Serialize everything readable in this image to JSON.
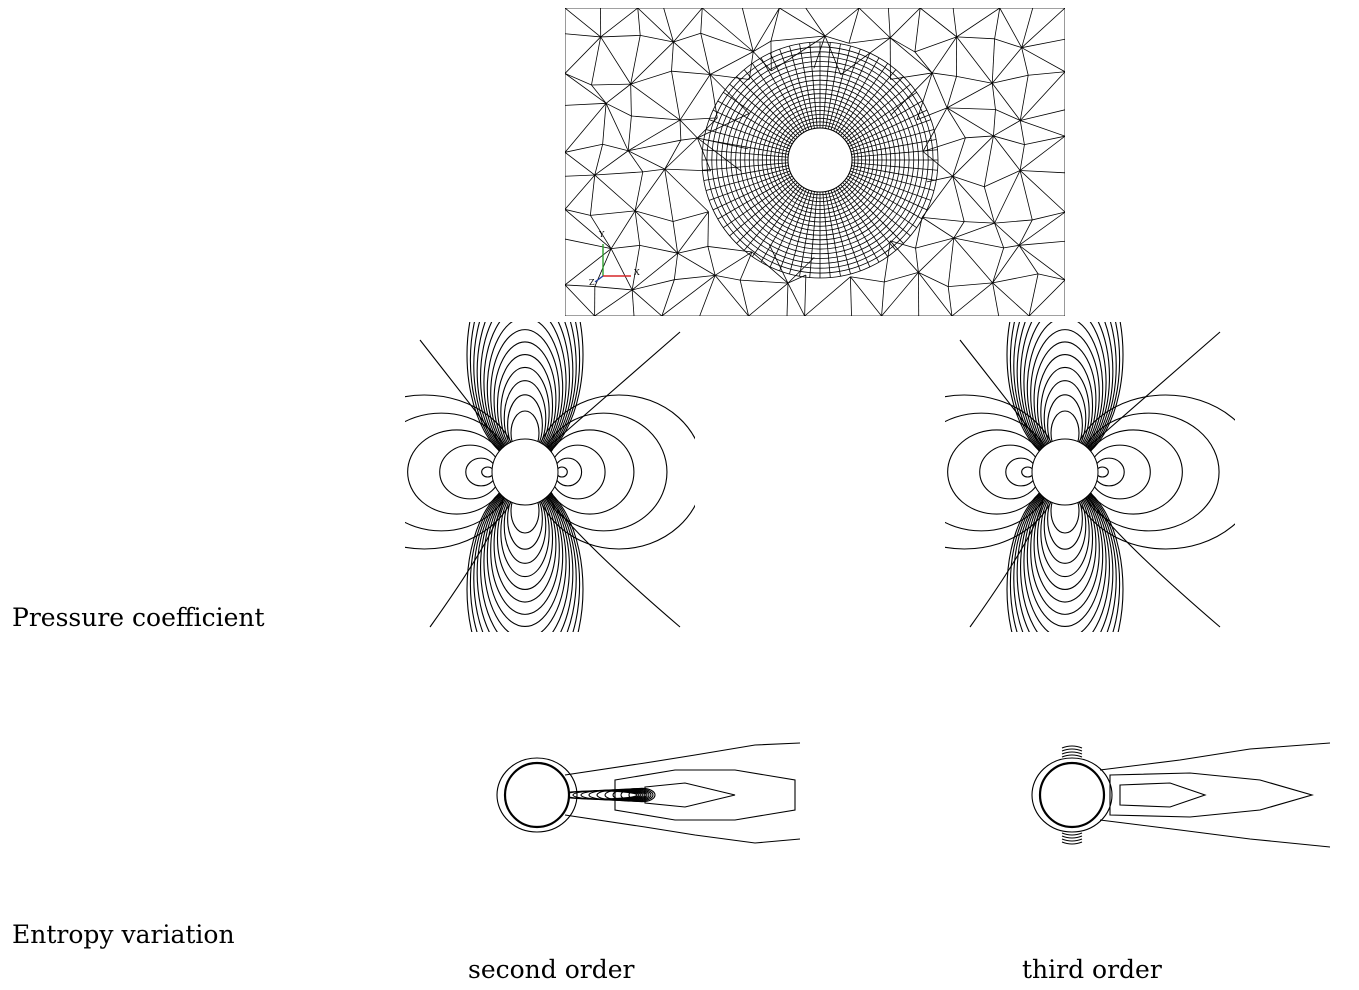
{
  "figure": {
    "mesh": {
      "axis_labels": {
        "x": "X",
        "y": "Y",
        "z": "Z"
      }
    },
    "row_labels": {
      "pressure": "Pressure coefficient",
      "entropy": "Entropy variation"
    },
    "column_labels": {
      "second": "second order",
      "third": "third order"
    }
  }
}
